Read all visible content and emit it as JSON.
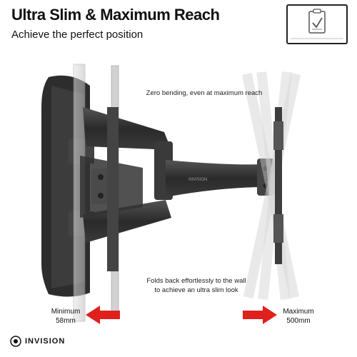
{
  "header": {
    "title": "Ultra Slim & Maximum Reach",
    "subtitle": "Achieve the perfect position"
  },
  "captions": {
    "top": "Zero bending, even at maximum reach",
    "bottom_line1": "Folds back effortlessly to the wall",
    "bottom_line2": "to achieve an ultra slim look"
  },
  "labels": {
    "min_line1": "Minimum",
    "min_line2": "58mm",
    "max_line1": "Maximum",
    "max_line2": "500mm"
  },
  "brand": {
    "name": "INVISION",
    "arm_logo": "INVISION"
  },
  "colors": {
    "arrow_red": "#e0201c",
    "mount_dark": "#2a2a2a",
    "panel_grey": "#cfcfcf"
  },
  "icons": {
    "badge": "clipboard-check-icon",
    "logo": "invision-logo-icon"
  }
}
